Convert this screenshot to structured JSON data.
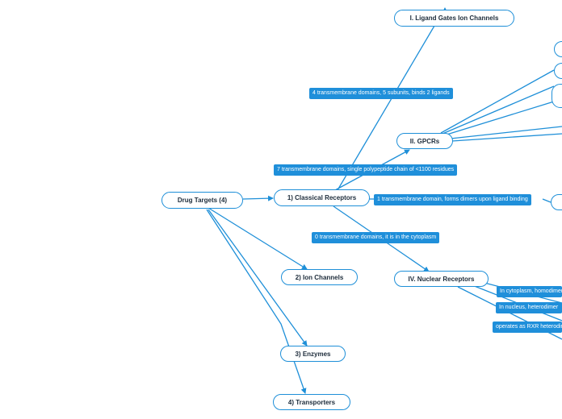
{
  "colors": {
    "line": "#1e8fd8",
    "label_bg": "#1f8fda",
    "node_border": "#1e8fd8",
    "text": "#1c2b3a"
  },
  "nodes": {
    "root": "Drug Targets (4)",
    "classical": "1) Classical Receptors",
    "ion_channels": "2) Ion Channels",
    "enzymes": "3) Enzymes",
    "transporters": "4) Transporters",
    "ligand_gated": "I. Ligand Gates Ion Channels",
    "gpcrs": "II. GPCRs",
    "nuclear": "IV. Nuclear Receptors"
  },
  "labels": {
    "ligand_gated": "4 transmembrane domains, 5 subunits, binds 2 ligands",
    "gpcr": "7 transmembrane domains, single polypeptide chain of <1100 residues",
    "kinase": "1 transmembrane domain, forms dimers upon ligand binding",
    "nuclear": "0 transmembrane domains, it is in the cytoplasm",
    "cytoplasm": "In cytoplasm, homodimer",
    "nucleus": "In nucleus, heterodimer",
    "rxr": "operates as RXR heterodimer"
  }
}
